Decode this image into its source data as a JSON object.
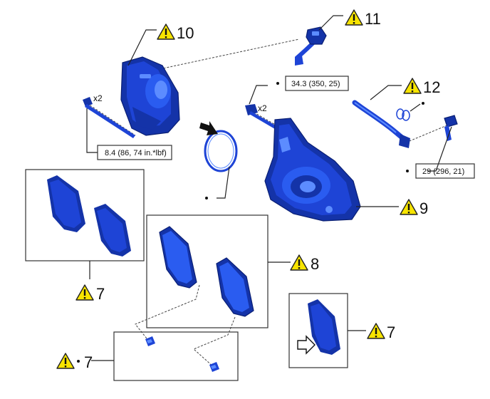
{
  "callouts": {
    "c10": "10",
    "c11": "11",
    "c12": "12",
    "c9": "9",
    "c8": "8",
    "c7_left": "7",
    "c7_bottom": "7",
    "c7_right": "7"
  },
  "quantities": {
    "motor_bolt": "x2",
    "caliper_bolt": "x2"
  },
  "torques": {
    "motor_bolt": "8.4 (86, 74 in.*lbf)",
    "caliper_bolt": "34.3 (350, 25)",
    "union_bolt": "29 (296, 21)"
  },
  "colors": {
    "warning_fill": "#f7e400",
    "part_blue": "#1e44d6"
  },
  "icons": {
    "warning": "warning-triangle-icon",
    "bullet": "bullet-dot-icon",
    "arrow": "arrow-icon"
  }
}
